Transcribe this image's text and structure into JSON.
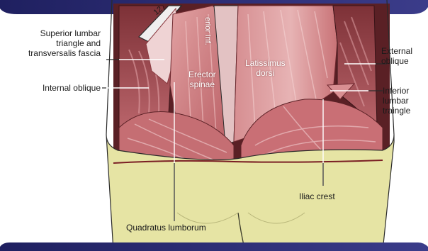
{
  "labels": {
    "superior_lumbar": [
      "Superior lumbar",
      "triangle and",
      "transversalis fascia"
    ],
    "internal_oblique": "Internal oblique",
    "quadratus_lumborum": "Quadratus lumborum",
    "external_oblique": [
      "External",
      "oblique"
    ],
    "inferior_lumbar": [
      "Inferior",
      "lumbar",
      "traingle"
    ],
    "iliac_crest": "Iliac crest",
    "erector_spinae": [
      "Erector",
      "spinae"
    ],
    "latissimus_dorsi": [
      "Latissimus",
      "dorsi"
    ],
    "posterior_inf": "erior inf.",
    "rib_number": "12"
  },
  "colors": {
    "muscle": "#c9767a",
    "muscle_dark": "#9c4a50",
    "muscle_light": "#e8b5b6",
    "fascia": "#e9dcdc",
    "skin": "#e7e6a6",
    "outline": "#2a2a2a",
    "banner": "#2d2b6e"
  }
}
